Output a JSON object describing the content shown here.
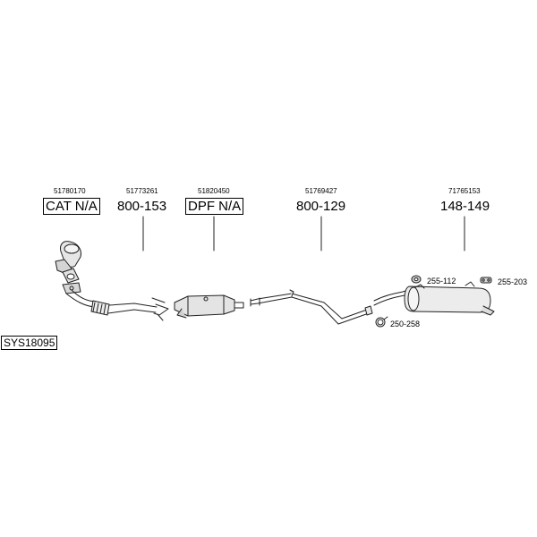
{
  "system_id": "SYS18095",
  "parts": [
    {
      "oe": "51780170",
      "code": "CAT N/A",
      "boxed": true
    },
    {
      "oe": "51773261",
      "code": "800-153",
      "boxed": false
    },
    {
      "oe": "51820450",
      "code": "DPF N/A",
      "boxed": true
    },
    {
      "oe": "51769427",
      "code": "800-129",
      "boxed": false
    },
    {
      "oe": "71765153",
      "code": "148-149",
      "boxed": false
    }
  ],
  "accessories": [
    {
      "code": "255-112",
      "icon": "rubber-hanger-icon"
    },
    {
      "code": "255-203",
      "icon": "rubber-mount-icon"
    },
    {
      "code": "250-258",
      "icon": "clamp-ring-icon"
    }
  ]
}
